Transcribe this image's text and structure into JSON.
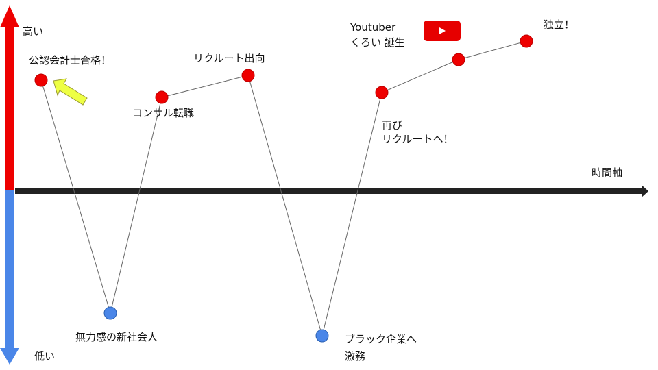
{
  "axis": {
    "high": "高い",
    "low": "低い",
    "time": "時間軸"
  },
  "events": [
    {
      "label": "公認会計士合格！",
      "level": "high"
    },
    {
      "label": "無力感の新社会人",
      "level": "low"
    },
    {
      "label": "コンサル転職",
      "level": "high"
    },
    {
      "label": "リクルート出向",
      "level": "high"
    },
    {
      "label": "ブラック企業へ",
      "label2": "激務",
      "level": "low"
    },
    {
      "label": "再び",
      "label2": "リクルートへ！",
      "level": "high"
    },
    {
      "label": "Youtuber",
      "label2": "くろい 誕生",
      "level": "high"
    },
    {
      "label": "独立！",
      "level": "high"
    }
  ],
  "colors": {
    "high": "#ee0000",
    "low": "#4a86e8",
    "axis": "#222222",
    "highlight": "#eeff44",
    "youtube": "#e60000"
  }
}
